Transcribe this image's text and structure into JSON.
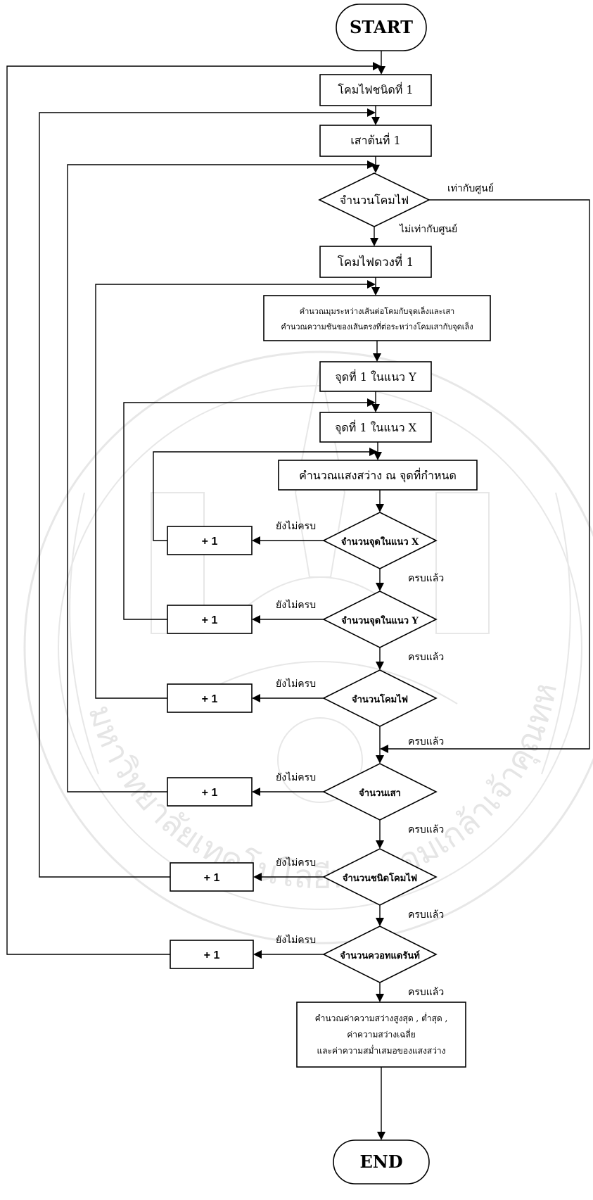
{
  "flowchart": {
    "start": "START",
    "end": "END",
    "lamp_type": "โคมไฟชนิดที่ 1",
    "pole": "เสาต้นที่ 1",
    "lamp_count_decision": "จำนวนโคมไฟ",
    "equals_zero": "เท่ากับศูนย์",
    "not_equals_zero": "ไม่เท่ากับศูนย์",
    "lamp_hanging": "โคมไฟดวงที่ 1",
    "calc_angle": {
      "line1": "คำนวณมุมระหว่างเส้นต่อโคมกับจุดเล็งและเสา",
      "line2": "คำนวณความชันของเส้นตรงที่ต่อระหว่างโคมเสากับจุดเล็ง"
    },
    "point_y": "จุดที่ 1 ในแนว Y",
    "point_x": "จุดที่ 1 ในแนว X",
    "calc_light": "คำนวณแสงสว่าง ณ จุดที่กำหนด",
    "decision_points_x": "จำนวนจุดในแนว X",
    "decision_points_y": "จำนวนจุดในแนว Y",
    "decision_lamps": "จำนวนโคมไฟ",
    "decision_poles": "จำนวนเสา",
    "decision_lamp_types": "จำนวนชนิดโคมไฟ",
    "decision_quadrants": "จำนวนควอทแดรันท์",
    "increment": "+ 1",
    "not_complete": "ยังไม่ครบ",
    "complete": "ครบแล้ว",
    "final_calc": {
      "line1": "คำนวณค่าความสว่างสูงสุด , ต่ำสุด ,",
      "line2": "ค่าความสว่างเฉลี่ย",
      "line3": "และค่าความสม่ำเสมอของแสงสว่าง"
    }
  },
  "watermark": {
    "text": "มหาวิทยาลัยเทคโนโลยีพระจอมเกล้าเจ้าคุณทหารลาดกระบัง"
  }
}
